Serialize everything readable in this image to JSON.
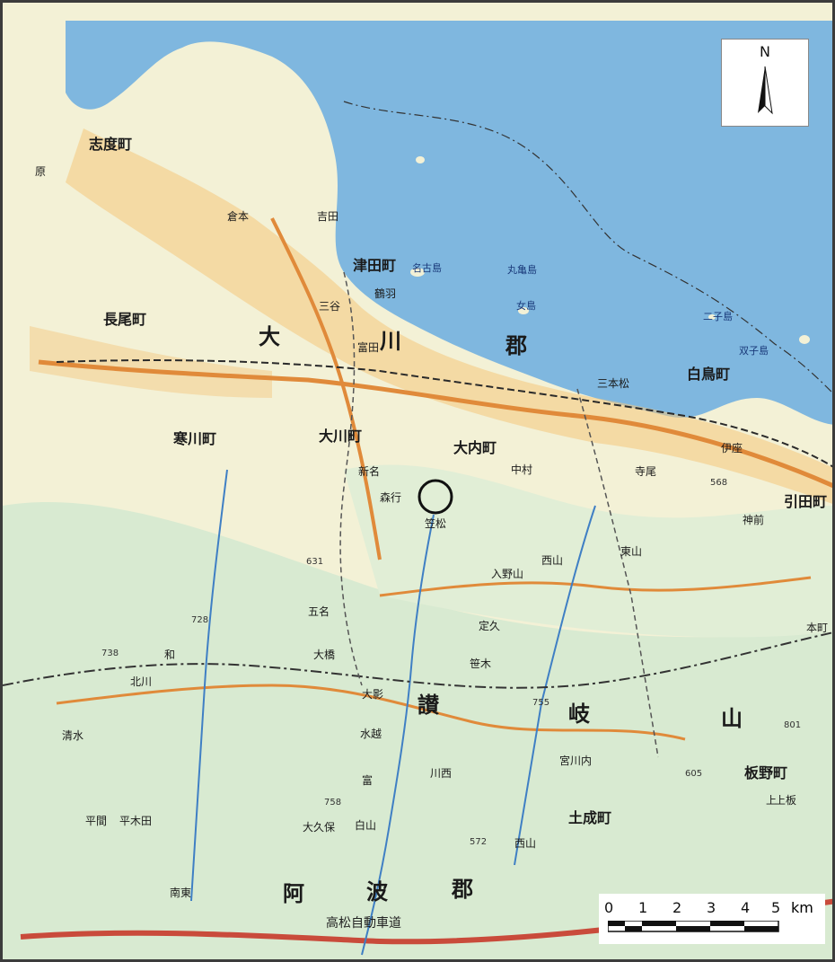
{
  "map": {
    "north_label": "N",
    "scale": {
      "ticks": [
        "0",
        "1",
        "2",
        "3",
        "4",
        "5"
      ],
      "unit": "km"
    },
    "marker": "circle",
    "colors": {
      "sea": "#7fb7df",
      "land": "#f3f1d6",
      "forest": "#d8ead1",
      "urban": "#f4c67c",
      "road_main": "#e08a3a",
      "road_expressway": "#c94b3b",
      "river": "#3f7fc4",
      "rail": "#2a2a2a",
      "boundary": "#333333"
    },
    "regions": [
      "大",
      "川",
      "郡",
      "讃",
      "岐",
      "山",
      "阿",
      "波",
      "郡"
    ],
    "towns": {
      "sangawa": "寒川町",
      "okawa": "大川町",
      "ochi": "大内町",
      "shiratori": "白鳥町",
      "tsuda": "津田町",
      "nagao": "長尾町",
      "hikida": "引田町",
      "shido": "志度町",
      "kan_nari": "土成町",
      "itano": "板野町"
    },
    "places": {
      "kasamatsu": "笠松",
      "iwai": "森行",
      "shinmei": "新名",
      "goemyo": "五名",
      "mitani": "三谷",
      "yoshida": "吉田",
      "tonami": "富田",
      "sada": "定久",
      "nyuyama": "入野山",
      "nishiyama": "西山",
      "higashiyama": "東山",
      "shiroyama": "白山",
      "kamo": "上板",
      "sasaki": "笹木",
      "ohashi": "大橋",
      "miyakawa": "宮川内",
      "kuramoto": "倉本",
      "tsuruwa": "鶴羽",
      "kitagawa": "北川",
      "oka": "大影",
      "mizukoshi": "水越",
      "tokomi": "富",
      "nanto": "南東",
      "kami": "上",
      "waka": "和",
      "hirakida": "平木田",
      "hara": "原",
      "shimizu": "清水",
      "hiraki": "平間",
      "saino": "西山",
      "yoritomi": "寺尾",
      "kanou": "神前",
      "okubo": "大久保",
      "kawanishi": "川西",
      "sanbon": "三本松",
      "nakamura": "中村",
      "iyajima": "伊座",
      "hon": "本町"
    },
    "elevations": [
      "758",
      "755",
      "801",
      "631",
      "728",
      "605",
      "572",
      "738",
      "568"
    ],
    "islands": [
      "名古島",
      "女島",
      "丸亀島",
      "二子島",
      "双子島"
    ],
    "expressway": "高松自動車道"
  }
}
